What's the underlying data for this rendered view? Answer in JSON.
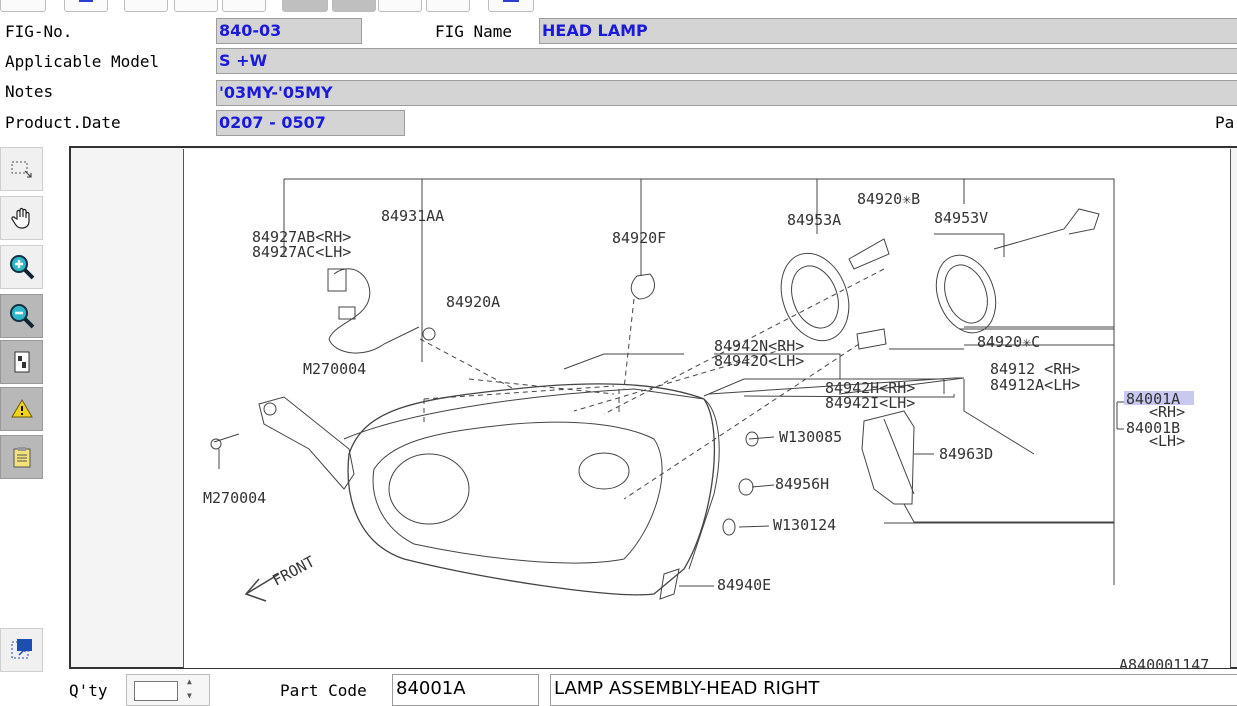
{
  "toolbar": {
    "buttons": [
      {
        "name": "toolbar-button-1"
      },
      {
        "name": "toolbar-button-2"
      },
      {
        "name": "toolbar-button-3"
      },
      {
        "name": "toolbar-button-4"
      },
      {
        "name": "toolbar-button-5"
      },
      {
        "name": "toolbar-button-6"
      },
      {
        "name": "toolbar-button-7"
      },
      {
        "name": "toolbar-button-8"
      },
      {
        "name": "toolbar-button-9"
      }
    ]
  },
  "header": {
    "fig_no_label": "FIG-No.",
    "fig_no_value": "840-03",
    "fig_name_label": "FIG Name",
    "fig_name_value": "HEAD LAMP",
    "model_label": "Applicable Model",
    "model_value": "S +W",
    "notes_label": "Notes",
    "notes_value": "'03MY-'05MY",
    "date_label": "Product.Date",
    "date_value": "0207 - 0507",
    "page_label_partial": "Pa"
  },
  "tools": [
    {
      "name": "select-area-tool",
      "icon": "select-rect-icon"
    },
    {
      "name": "pan-tool",
      "icon": "hand-icon"
    },
    {
      "name": "zoom-in-tool",
      "icon": "zoom-in-icon"
    },
    {
      "name": "zoom-out-tool",
      "icon": "zoom-out-icon"
    },
    {
      "name": "fit-page-tool",
      "icon": "page-icon"
    },
    {
      "name": "warning-tool",
      "icon": "warning-icon"
    },
    {
      "name": "notes-tool",
      "icon": "notepad-icon"
    },
    {
      "name": "export-tool",
      "icon": "export-icon"
    }
  ],
  "diagram": {
    "callouts": {
      "c84927AB": "84927AB<RH>",
      "c84927AC": "84927AC<LH>",
      "c84931AA": "84931AA",
      "c84920F": "84920F",
      "c84920A": "84920A",
      "cM270004a": "M270004",
      "cM270004b": "M270004",
      "c84953A": "84953A",
      "c84920B": "84920✳B",
      "c84953V": "84953V",
      "c84920C": "84920✳C",
      "c84942N": "84942N<RH>",
      "c84942O": "84942O<LH>",
      "c84942H": "84942H<RH>",
      "c84942I": "84942I<LH>",
      "c84912": "84912 <RH>",
      "c84912A": "84912A<LH>",
      "c84001A": "84001A",
      "c84001A_rh": "<RH>",
      "c84001B": "84001B",
      "c84001B_lh": "<LH>",
      "cW130085": "W130085",
      "c84963D": "84963D",
      "c84956H": "84956H",
      "cW130124": "W130124",
      "c84940E": "84940E",
      "front": "FRONT",
      "drawing_id": "A840001147"
    },
    "highlighted_part": "84001A",
    "highlight_color": "#c8c8f0"
  },
  "footer": {
    "qty_label": "Q'ty",
    "qty_value": "",
    "part_code_label": "Part Code",
    "part_code_value": "84001A",
    "description_value": "LAMP ASSEMBLY-HEAD RIGHT"
  }
}
